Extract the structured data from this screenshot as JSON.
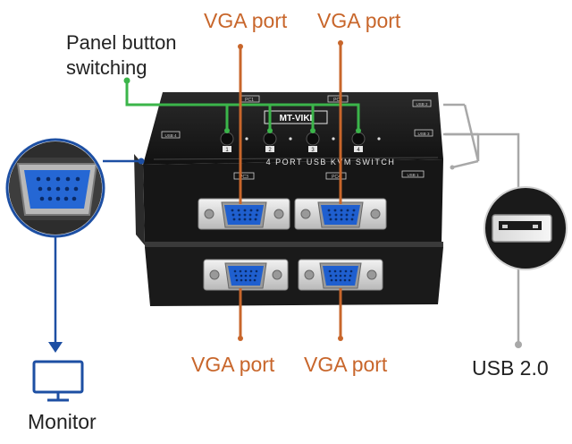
{
  "labels": {
    "vga_top_left": "VGA port",
    "vga_top_right": "VGA port",
    "vga_bottom_left": "VGA port",
    "vga_bottom_right": "VGA port",
    "panel_line1": "Panel button",
    "panel_line2": "switching",
    "usb": "USB 2.0",
    "monitor": "Monitor"
  },
  "device": {
    "brand": "MT-VIKI",
    "model_text": "4 PORT USB KVM SWITCH",
    "pc_ports": [
      "PC1",
      "PC2",
      "PC3",
      "PC4"
    ],
    "button_numbers": [
      "1",
      "2",
      "3",
      "4"
    ],
    "usb_tags": [
      "USB 2",
      "USB 3",
      "USB 4",
      "USB 1"
    ]
  },
  "colors": {
    "orange": "#c8662b",
    "green": "#3bb54a",
    "blue": "#1d4fa3",
    "gray": "#a8a8a8",
    "device_body": "#1b1b1b"
  }
}
